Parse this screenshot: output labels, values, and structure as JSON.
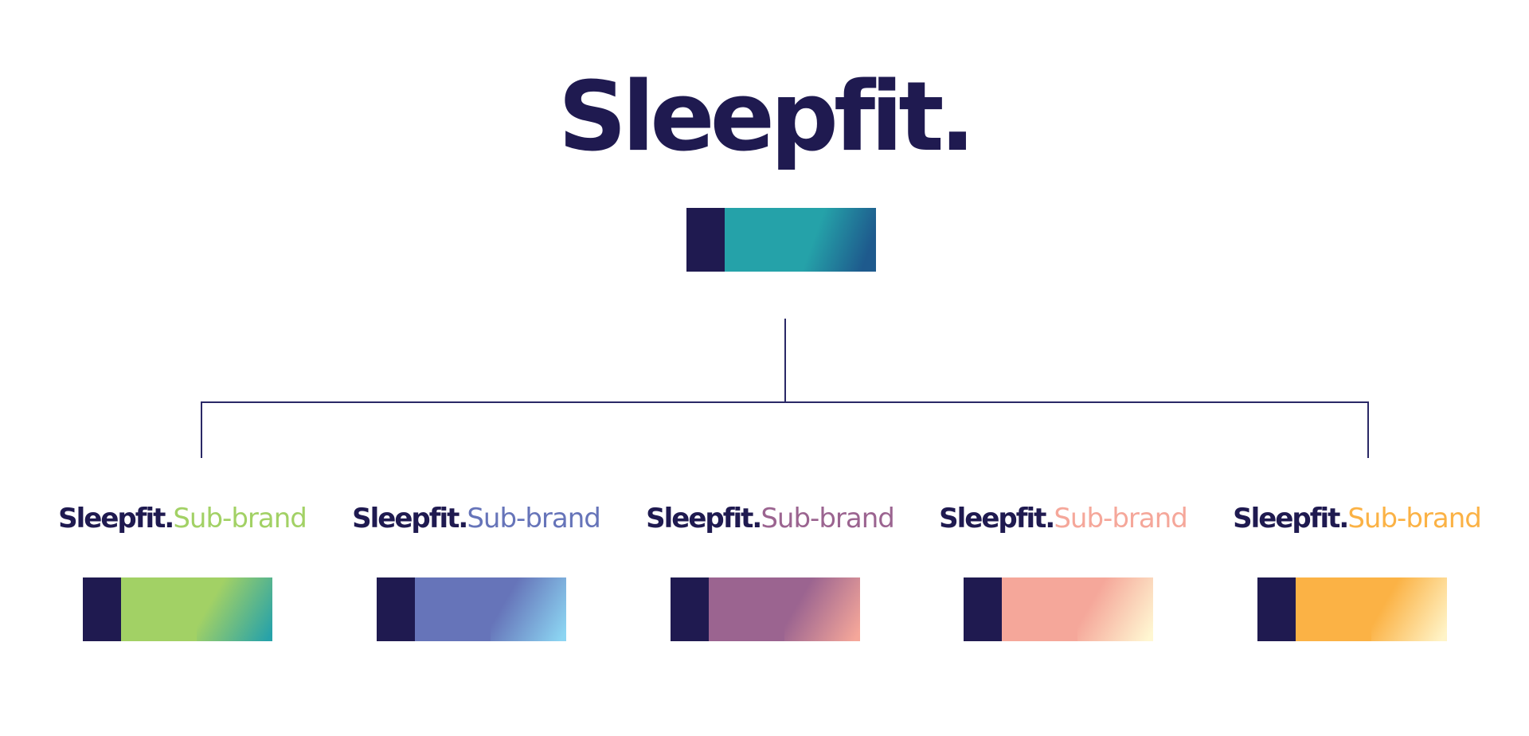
{
  "master": {
    "logo": "Sleepfit.",
    "colors": {
      "navy": "#1f1a50",
      "solid": "#25a2a9",
      "gradient_start": "#25a2a9",
      "gradient_end": "#1e5a8d"
    }
  },
  "subbrands": [
    {
      "name": "Sleepfit.",
      "suffix": "Sub-brand",
      "color": "#a2d165",
      "gradient_start": "#a2d165",
      "gradient_end": "#27a2a9"
    },
    {
      "name": "Sleepfit.",
      "suffix": "Sub-brand",
      "color": "#6674b9",
      "gradient_start": "#6674b9",
      "gradient_end": "#8cd5f2"
    },
    {
      "name": "Sleepfit.",
      "suffix": "Sub-brand",
      "color": "#9b6490",
      "gradient_start": "#9b6490",
      "gradient_end": "#f5a79a"
    },
    {
      "name": "Sleepfit.",
      "suffix": "Sub-brand",
      "color": "#f5a79a",
      "gradient_start": "#f5a79a",
      "gradient_end": "#fff7d2"
    },
    {
      "name": "Sleepfit.",
      "suffix": "Sub-brand",
      "color": "#fbb245",
      "gradient_start": "#fbb245",
      "gradient_end": "#fff4c8"
    }
  ]
}
